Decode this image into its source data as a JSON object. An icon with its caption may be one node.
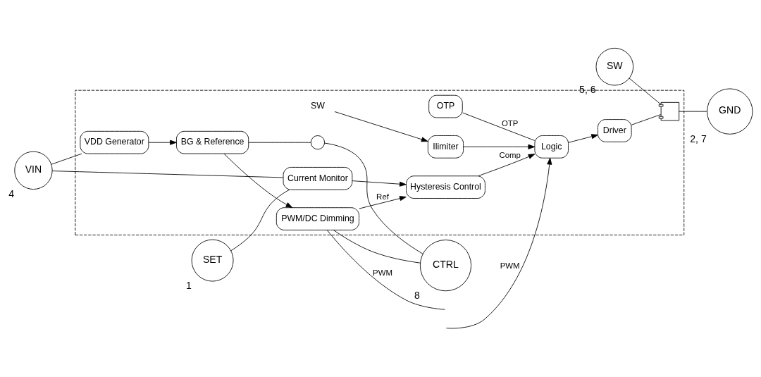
{
  "diagram": {
    "nodes": [
      {
        "text": [],
        "shape": "box"
      },
      {
        "text": [
          "SET"
        ],
        "beside": [
          "1"
        ]
      },
      {
        "text": [
          "SW"
        ],
        "beside": [
          "5, 6"
        ]
      },
      {
        "text": [
          "VIN"
        ],
        "beside": [
          "4"
        ]
      },
      {
        "text": [
          "SW"
        ],
        "in": 0
      },
      {
        "text": [
          "VDD Generator"
        ],
        "in": 0
      },
      {
        "text": [
          "Current Monitor"
        ],
        "in": 0
      },
      {
        "text": [
          "Ilimiter"
        ],
        "in": 0
      },
      {
        "text": [
          "BG & Reference"
        ],
        "in": 0
      },
      {
        "text": [
          "Hysteresis Control"
        ],
        "in": 0
      },
      {
        "text": [
          "Logic"
        ],
        "in": 0
      },
      {
        "text": [
          "Driver"
        ],
        "in": 0
      },
      {
        "text": [],
        "shape": "picture",
        "in": 0
      },
      {
        "text": [],
        "shape": "circle",
        "in": 0
      },
      {
        "text": [
          "CTRL"
        ],
        "beside": [
          "8"
        ]
      },
      {
        "text": [
          "PWM/DC Dimming"
        ],
        "in": 0
      },
      {
        "text": [
          "OTP"
        ],
        "in": 0
      },
      {
        "text": [
          "GND"
        ],
        "beside": [
          "2, 7"
        ]
      }
    ],
    "edges": [
      {
        "from": 3,
        "to": 5,
        "arrow": "none"
      },
      {
        "from": 3,
        "to": 6,
        "arrow": "none"
      },
      {
        "from": 1,
        "to": 6,
        "arrow": "none"
      },
      {
        "from": 5,
        "to": 8,
        "arrow": "to"
      },
      {
        "from": 8,
        "to": 15,
        "arrow": "to"
      },
      {
        "from": 8,
        "to": 13,
        "arrow": "none"
      },
      {
        "from": 13,
        "to": 14,
        "arrow": "none"
      },
      {
        "from": 14,
        "to": 15,
        "arrow": "none"
      },
      {
        "from": 15,
        "to": 9,
        "arrow": "to",
        "label": "Ref"
      },
      {
        "from": 6,
        "to": 9,
        "arrow": "to"
      },
      {
        "from": 9,
        "to": 10,
        "arrow": "to",
        "label": "Comp"
      },
      {
        "from": 15,
        "to": null,
        "arrow": "none",
        "label": "PWM"
      },
      {
        "from": null,
        "to": 10,
        "arrow": "to",
        "label": "PWM"
      },
      {
        "from": 4,
        "to": 7,
        "arrow": "to"
      },
      {
        "from": 7,
        "to": 10,
        "arrow": "to"
      },
      {
        "from": 16,
        "to": 10,
        "arrow": "none",
        "label": "OTP"
      },
      {
        "from": 10,
        "to": 11,
        "arrow": "to"
      },
      {
        "from": 11,
        "to": 12,
        "arrow": "none"
      },
      {
        "from": 2,
        "to": 12,
        "arrow": "none"
      },
      {
        "from": 12,
        "to": 17,
        "arrow": "none"
      }
    ]
  }
}
